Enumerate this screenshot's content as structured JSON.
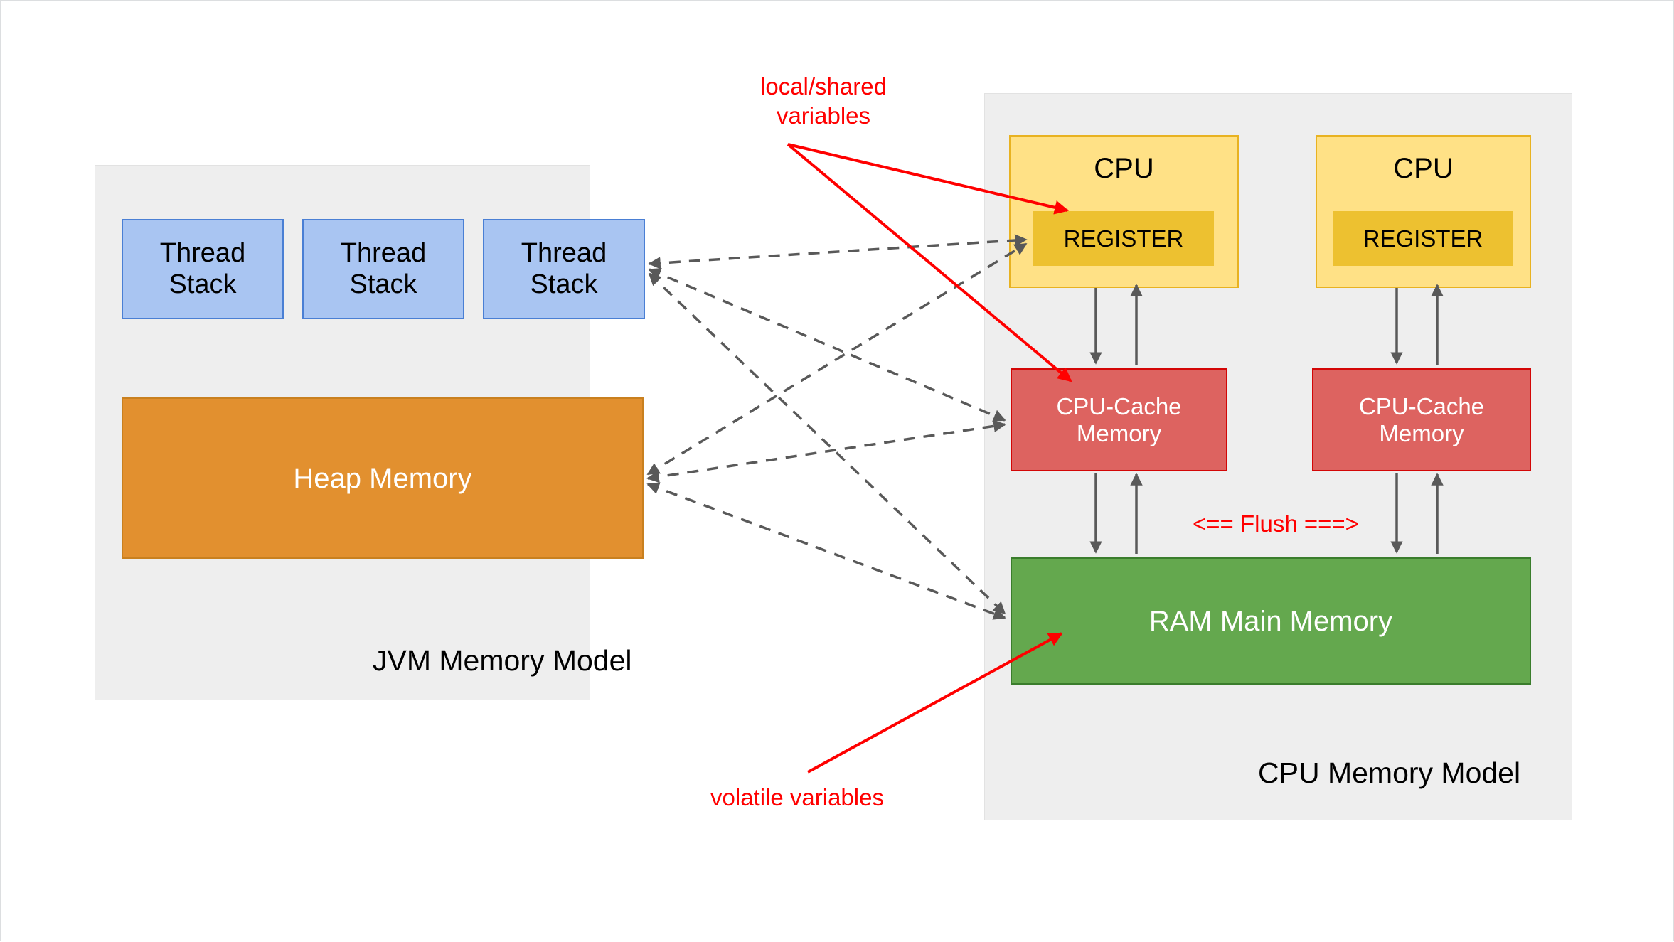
{
  "diagram": {
    "title": "JVM Memory Model and CPU Memory Model",
    "colors": {
      "thread_stack_fill": "#a9c5f2",
      "thread_stack_stroke": "#4a7fd4",
      "heap_fill": "#e2902f",
      "cpu_fill": "#ffe186",
      "register_fill": "#edc130",
      "cache_fill": "#dd6360",
      "cache_stroke": "#d30606",
      "ram_fill": "#64a84e",
      "panel_fill": "#eeeeee",
      "annotation_red": "#ff0000",
      "connector_gray": "#595959"
    }
  },
  "jvm_panel": {
    "label": "JVM Memory Model",
    "thread_stacks": [
      {
        "label": "Thread\nStack"
      },
      {
        "label": "Thread\nStack"
      },
      {
        "label": "Thread\nStack"
      }
    ],
    "heap": {
      "label": "Heap Memory"
    }
  },
  "cpu_panel": {
    "label": "CPU Memory Model",
    "cpus": [
      {
        "label": "CPU",
        "register": {
          "label": "REGISTER"
        },
        "cache": {
          "label": "CPU-Cache\nMemory"
        }
      },
      {
        "label": "CPU",
        "register": {
          "label": "REGISTER"
        },
        "cache": {
          "label": "CPU-Cache\nMemory"
        }
      }
    ],
    "ram": {
      "label": "RAM Main Memory"
    },
    "flush_label": "<== Flush ===>"
  },
  "annotations": {
    "local_shared": "local/shared\nvariables",
    "volatile": "volatile variables"
  }
}
